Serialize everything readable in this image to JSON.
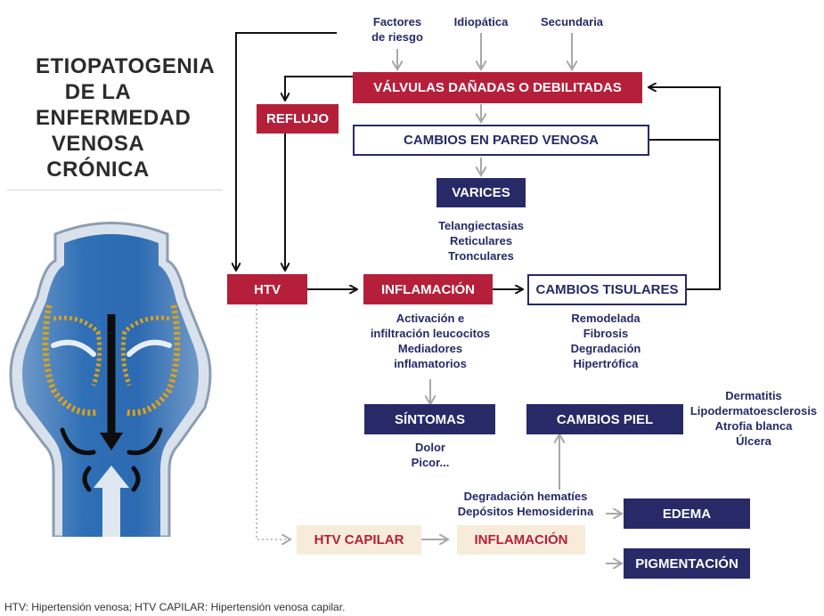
{
  "title": [
    "ETIOPATOGENIA",
    "DE LA",
    "ENFERMEDAD",
    "VENOSA",
    "CRÓNICA"
  ],
  "causes": {
    "risk": [
      "Factores",
      "de riesgo"
    ],
    "idiopathic": "Idiopática",
    "secondary": "Secundaria"
  },
  "boxes": {
    "valves": "VÁLVULAS DAÑADAS O DEBILITADAS",
    "reflux": "REFLUJO",
    "wall": "CAMBIOS EN PARED VENOSA",
    "varices": "VARICES",
    "htv": "HTV",
    "inflammation": "INFLAMACIÓN",
    "tissue": "CAMBIOS TISULARES",
    "symptoms": "SÍNTOMAS",
    "skin": "CAMBIOS PIEL",
    "htv_capillary": "HTV CAPILAR",
    "inflammation_2": "INFLAMACIÓN",
    "edema": "EDEMA",
    "pigmentation": "PIGMENTACIÓN"
  },
  "notes": {
    "varices_types": [
      "Telangiectasias",
      "Reticulares",
      "Tronculares"
    ],
    "inflammation_details": [
      "Activación e",
      "infiltración leucocitos",
      "Mediadores",
      "inflamatorios"
    ],
    "tissue_details": [
      "Remodelada",
      "Fibrosis",
      "Degradación",
      "Hipertrófica"
    ],
    "symptoms_details": [
      "Dolor",
      "Picor..."
    ],
    "skin_details": [
      "Dermatitis",
      "Lipodermatoesclerosis",
      "Atrofia blanca",
      "Úlcera"
    ],
    "capillary_details": [
      "Degradación hematíes",
      "Depósitos Hemosiderina"
    ]
  },
  "footnote": "HTV: Hipertensión venosa; HTV CAPILAR: Hipertensión venosa capilar.",
  "colors": {
    "red": "#b51f3a",
    "navy": "#272a67",
    "cream": "#f7ecd9",
    "gray_arrow": "#a8a8a8"
  }
}
